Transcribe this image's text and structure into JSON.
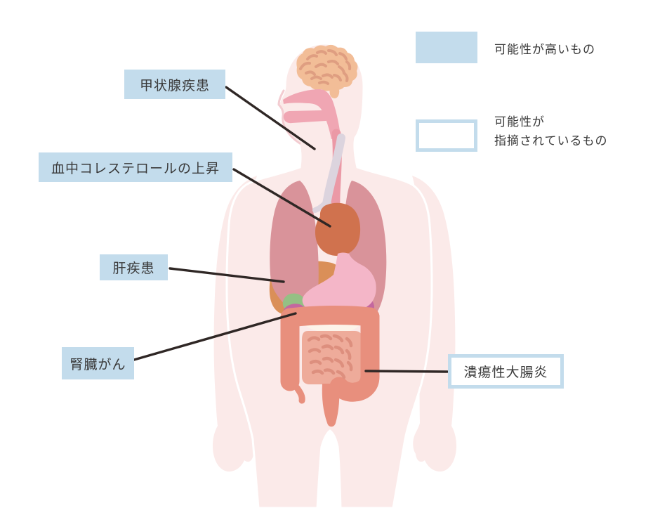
{
  "labels": {
    "thyroid": "甲状腺疾患",
    "cholesterol": "血中コレステロールの上昇",
    "liver": "肝疾患",
    "kidney": "腎臓がん",
    "colitis": "潰瘍性大腸炎"
  },
  "legend": {
    "high_label": "可能性が高いもの",
    "suspected_line1": "可能性が",
    "suspected_line2": "指摘されているもの"
  },
  "colors": {
    "label_fill": "#c3dcec",
    "label_border": "#c3dcec",
    "label_text": "#3a3a3a",
    "leader_line": "#2f2725",
    "body": "#fbeae9",
    "face_line": "#f3ccd1",
    "brain": "#f2bd97",
    "brain_lines": "#df9e81",
    "mouth": "#f0a6b3",
    "esophagus": "#eb99a6",
    "trachea": "#dcd4de",
    "lung": "#d9939a",
    "heart": "#d0724e",
    "liver_organ": "#da8f58",
    "gallbladder": "#94c084",
    "kidney_organ": "#c4679f",
    "pancreas": "#edbb79",
    "duodenum": "#fdf3e9",
    "stomach": "#f4b6c8",
    "colon": "#e88f7d",
    "small_intestine": "#eeab9a",
    "intestine_lines": "#dd8f7e"
  }
}
